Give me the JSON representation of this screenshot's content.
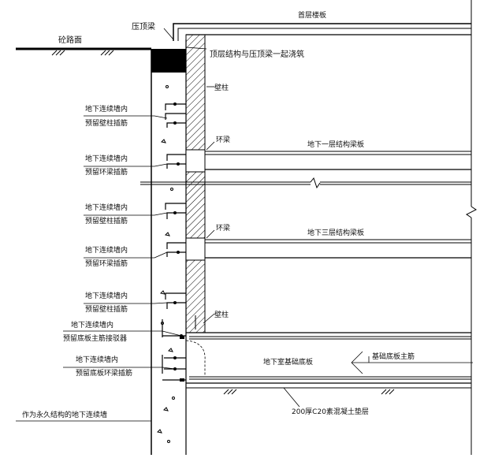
{
  "labels": {
    "road_surface": "砼路面",
    "crown_beam": "压顶梁",
    "first_floor_slab": "首层楼板",
    "top_structure_note": "顶层结构与压顶梁一起浇筑",
    "wall_column_top": "壁柱",
    "ring_beam_1": "环梁",
    "b1_slab": "地下一层结构梁板",
    "embed_col_1_line1": "地下连续墙内",
    "embed_col_1_line2": "预留壁柱插筋",
    "embed_ring_1_line1": "地下连续墙内",
    "embed_ring_1_line2": "预留环梁插筋",
    "embed_col_2_line1": "地下连续墙内",
    "embed_col_2_line2": "预留壁柱插筋",
    "ring_beam_2": "环梁",
    "b3_slab": "地下三层结构梁板",
    "embed_ring_2_line1": "地下连续墙内",
    "embed_ring_2_line2": "预留环梁插筋",
    "embed_col_3_line1": "地下连续墙内",
    "embed_col_3_line2": "预留壁柱插筋",
    "wall_column_bottom": "壁柱",
    "embed_base_main_line1": "地下连续墙内",
    "embed_base_main_line2": "预留底板主筋接驳器",
    "embed_base_ring_line1": "地下连续墙内",
    "embed_base_ring_line2": "预留底板环梁插筋",
    "basement_base_slab": "地下室基础底板",
    "base_main_rebar": "基础底板主筋",
    "cushion": "200厚C20素混凝土垫层",
    "permanent_wall": "作为永久结构的地下连续墙"
  }
}
